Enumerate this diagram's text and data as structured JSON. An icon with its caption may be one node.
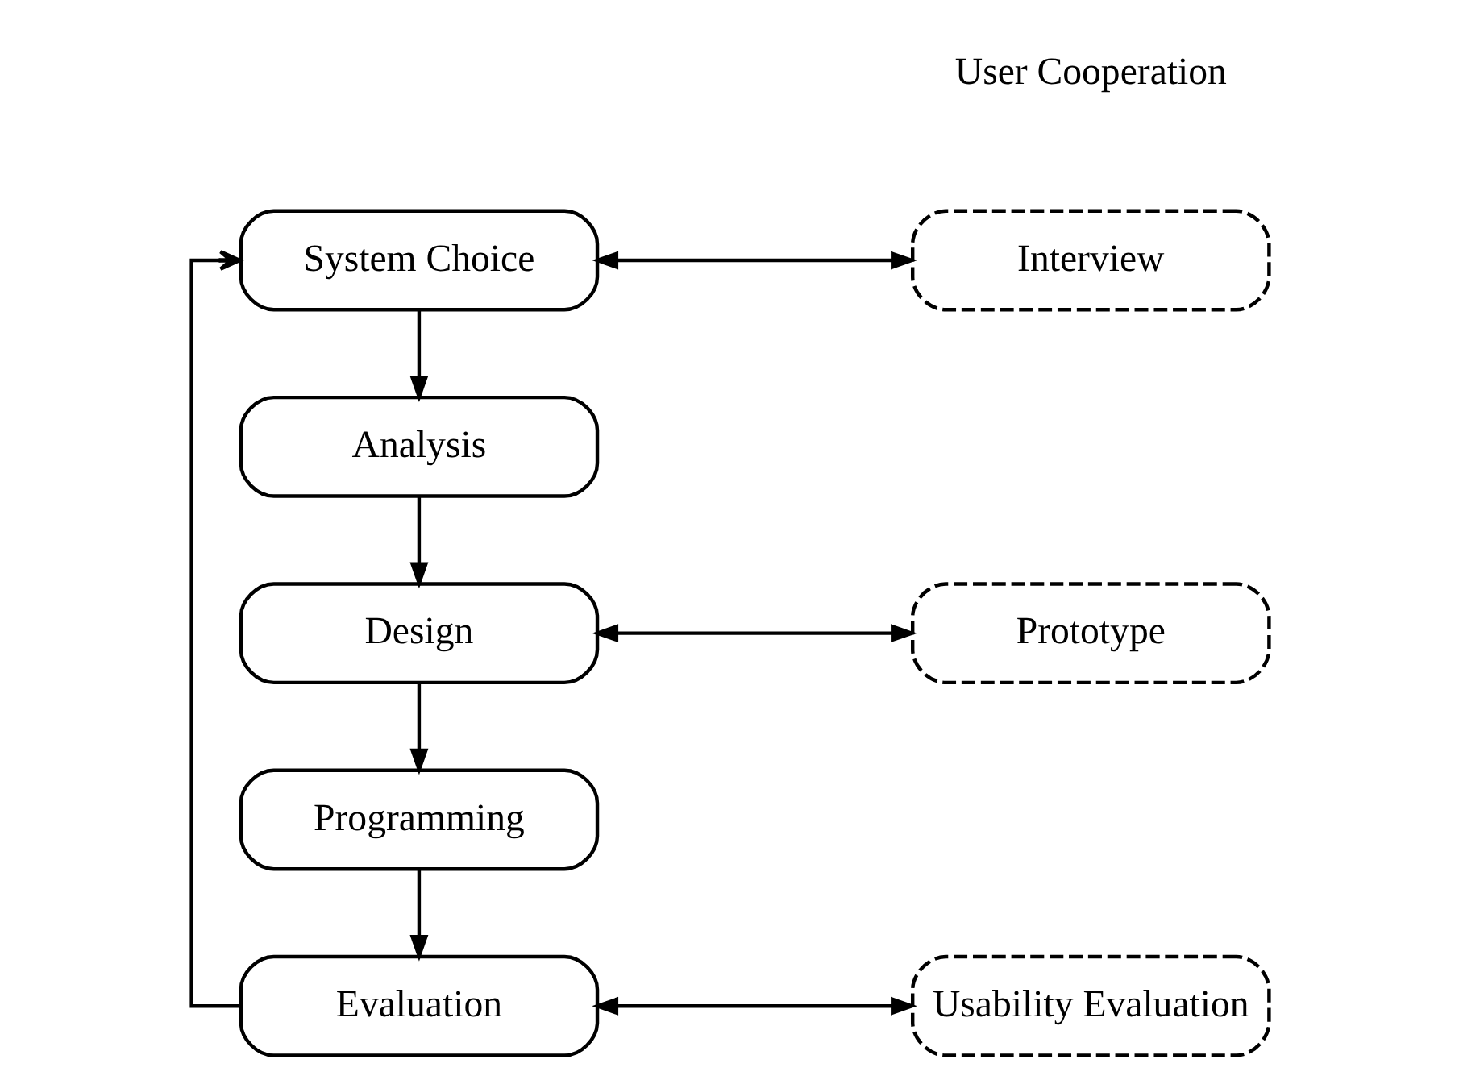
{
  "diagram": {
    "nodes": [
      {
        "text": [
          "System Choice"
        ]
      },
      {
        "text": [
          "Analysis"
        ]
      },
      {
        "text": [
          "Design"
        ]
      },
      {
        "text": [
          "Programming"
        ]
      },
      {
        "text": [
          "Evaluation"
        ]
      },
      {
        "text": [
          "Interview"
        ]
      },
      {
        "text": [
          "Prototype"
        ]
      },
      {
        "text": [
          "Usability Evaluation"
        ]
      }
    ],
    "edges": [
      {
        "from": 0,
        "to": 1,
        "arrow": "to"
      },
      {
        "from": 1,
        "to": 2,
        "arrow": "to"
      },
      {
        "from": 2,
        "to": 3,
        "arrow": "to"
      },
      {
        "from": 3,
        "to": 4,
        "arrow": "to"
      },
      {
        "from": 4,
        "to": 0,
        "arrow": "to"
      },
      {
        "from": 0,
        "to": 5,
        "arrow": "both"
      },
      {
        "from": 2,
        "to": 6,
        "arrow": "both"
      },
      {
        "from": 4,
        "to": 7,
        "arrow": "both"
      }
    ],
    "labels": [
      "User Cooperation"
    ]
  }
}
